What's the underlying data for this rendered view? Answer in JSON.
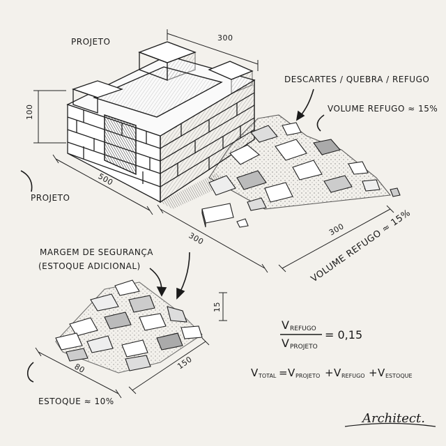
{
  "labels": {
    "projeto_top": "PROJETO",
    "projeto_left": "PROJETO",
    "descartes": "DESCARTES / QUEBRA / REFUGO",
    "volume_refugo_top": "VOLUME REFUGO ≈ 15%",
    "volume_refugo_diag": "VOLUME REFUGO ≈ 15%",
    "margem_line1": "MARGEM DE SEGURANÇA",
    "margem_line2": "(ESTOQUE ADICIONAL)",
    "estoque": "ESTOQUE ≈ 10%"
  },
  "dimensions": {
    "house_width_top": "300",
    "house_height": "100",
    "house_length": "500",
    "house_width_bottom": "300",
    "rubble_depth": "300",
    "stock_height": "15",
    "stock_width": "80",
    "stock_depth": "150"
  },
  "formula1": {
    "num_v": "V",
    "num_sub": "REFUGO",
    "den_v": "V",
    "den_sub": "PROJETO",
    "result": "= 0,15"
  },
  "formula2": {
    "lhs_v": "V",
    "lhs_sub": "TOTAL",
    "eq": "=",
    "t1_v": "V",
    "t1_sub": "PROJETO",
    "plus1": "+",
    "t2_v": "V",
    "t2_sub": "REFUGO",
    "plus2": "+",
    "t3_v": "V",
    "t3_sub": "ESTOQUE"
  },
  "signature": "Architect."
}
